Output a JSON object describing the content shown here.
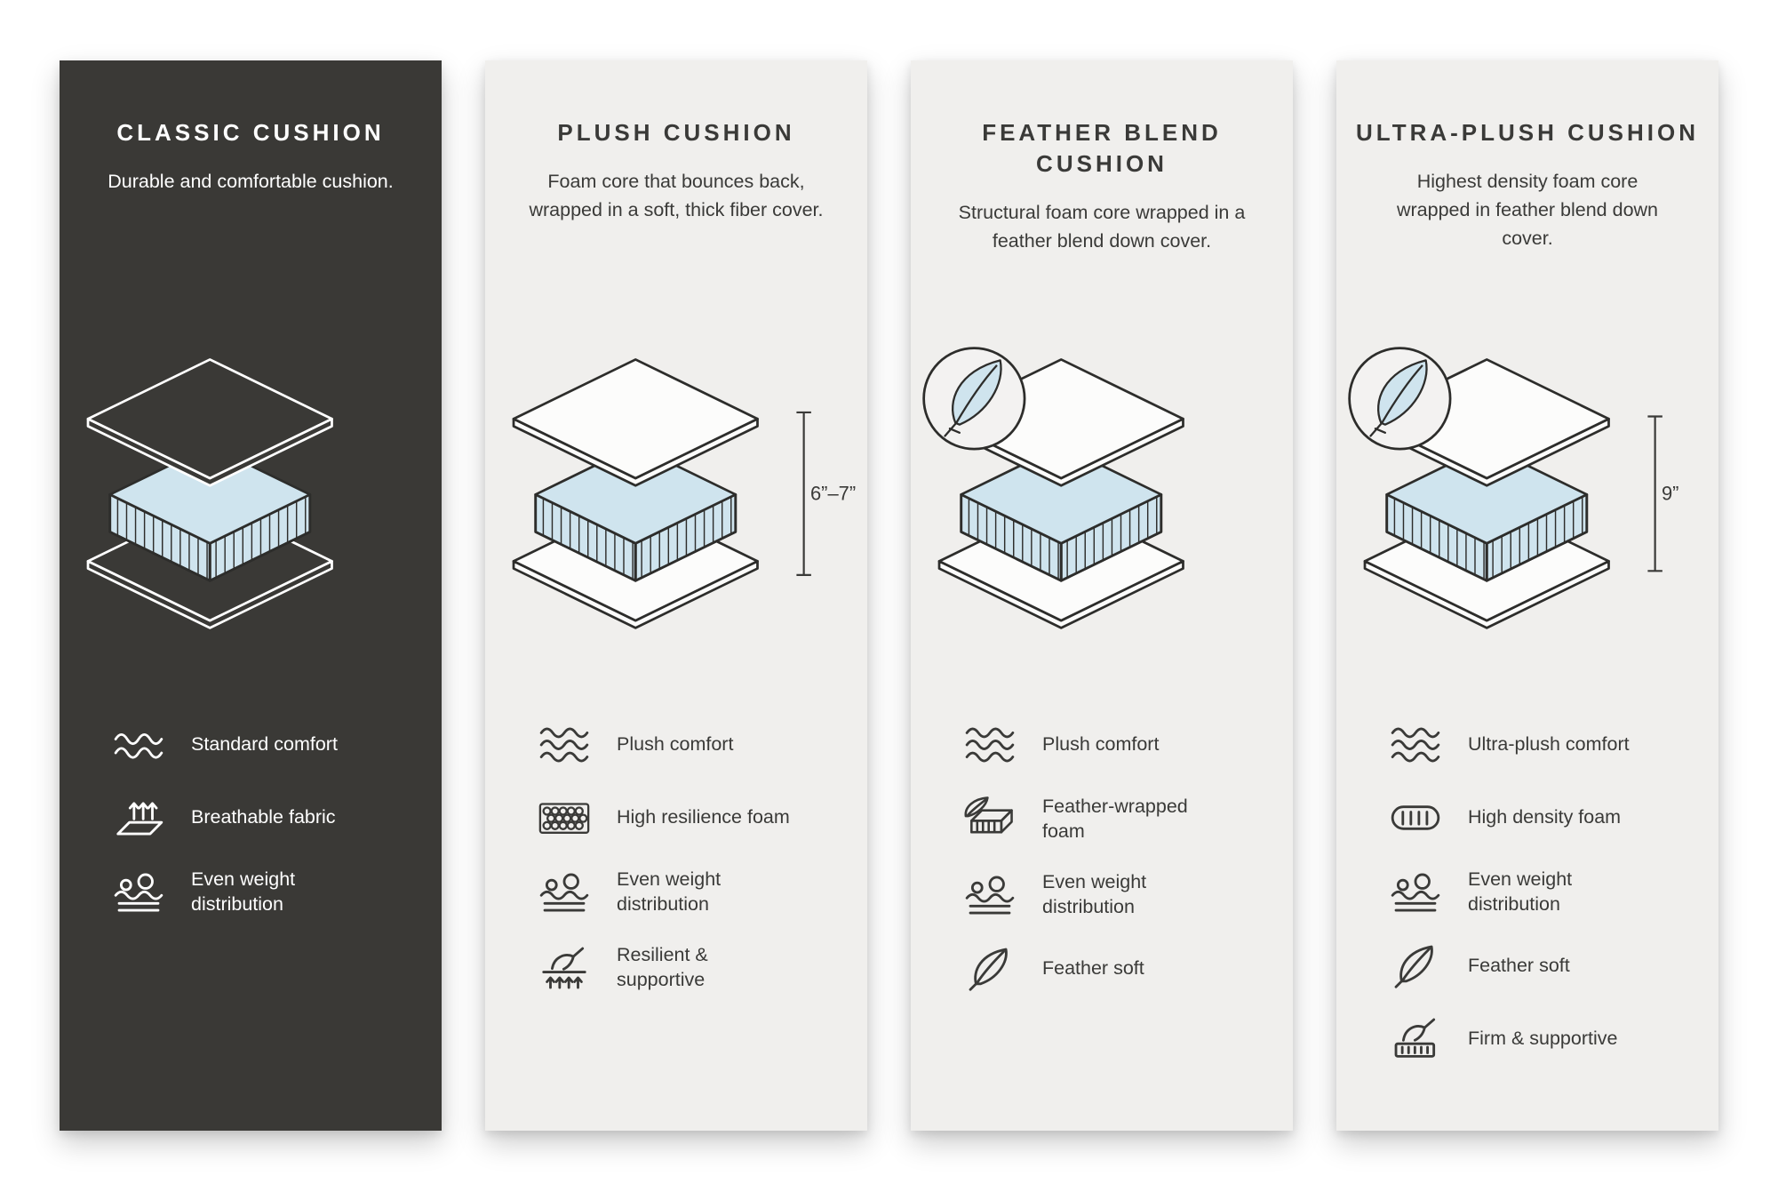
{
  "panels": [
    {
      "title": "CLASSIC CUSHION",
      "description": "Durable and comfortable cushion.",
      "dimension": "",
      "has_feather_badge": false,
      "features": [
        {
          "icon": "waves-icon",
          "label": "Standard comfort"
        },
        {
          "icon": "breathable-fabric-icon",
          "label": "Breathable fabric"
        },
        {
          "icon": "even-weight-icon",
          "label": "Even weight distribution"
        }
      ]
    },
    {
      "title": "PLUSH CUSHION",
      "description": "Foam core that bounces back, wrapped in a soft, thick fiber cover.",
      "dimension": "6”–7”",
      "has_feather_badge": false,
      "features": [
        {
          "icon": "waves-icon",
          "label": "Plush comfort"
        },
        {
          "icon": "resilience-foam-icon",
          "label": "High resilience foam"
        },
        {
          "icon": "even-weight-icon",
          "label": "Even weight distribution"
        },
        {
          "icon": "resilient-supportive-icon",
          "label": "Resilient & supportive"
        }
      ]
    },
    {
      "title": "FEATHER BLEND CUSHION",
      "description": "Structural foam core wrapped in a feather blend down cover.",
      "dimension": "",
      "has_feather_badge": true,
      "features": [
        {
          "icon": "waves-icon",
          "label": "Plush comfort"
        },
        {
          "icon": "feather-wrapped-foam-icon",
          "label": "Feather-wrapped foam"
        },
        {
          "icon": "even-weight-icon",
          "label": "Even weight distribution"
        },
        {
          "icon": "feather-icon",
          "label": "Feather soft"
        }
      ]
    },
    {
      "title": "ULTRA-PLUSH CUSHION",
      "description": "Highest density foam core wrapped in feather blend down cover.",
      "dimension": "9”",
      "has_feather_badge": true,
      "features": [
        {
          "icon": "waves-icon",
          "label": "Ultra-plush comfort"
        },
        {
          "icon": "high-density-foam-icon",
          "label": "High density foam"
        },
        {
          "icon": "even-weight-icon",
          "label": "Even weight distribution"
        },
        {
          "icon": "feather-icon",
          "label": "Feather soft"
        },
        {
          "icon": "firm-supportive-icon",
          "label": "Firm & supportive"
        }
      ]
    }
  ],
  "colors": {
    "page_bg": "#ffffff",
    "dark_panel_bg": "#3a3936",
    "light_panel_bg": "#f0efed",
    "foam_fill": "#cfe4ee",
    "line": "#2d2d2b",
    "text_dark": "#3a3a38",
    "text_light": "#ffffff"
  }
}
